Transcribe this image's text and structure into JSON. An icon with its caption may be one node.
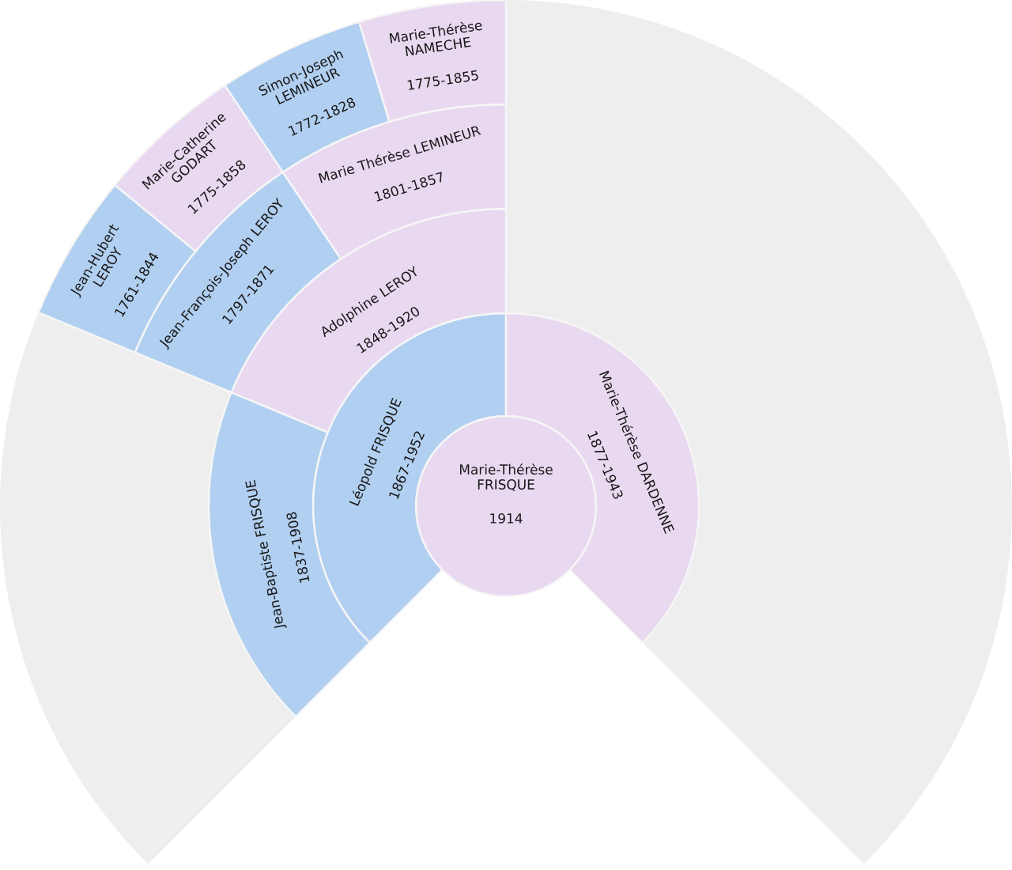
{
  "diagram": {
    "nodes": [
      {
        "text": [
          "Marie-Thérèse FRISQUE",
          "1914"
        ]
      },
      {
        "text": [
          "Léopold FRISQUE",
          "1867-1952"
        ]
      },
      {
        "text": [
          "Marie-Thérèse DARDENNE",
          "1877-1943"
        ]
      },
      {
        "text": [
          "Jean-Baptiste FRISQUE",
          "1837-1908"
        ]
      },
      {
        "text": [
          "Adolphine LEROY",
          "1848-1920"
        ]
      },
      {
        "text": [
          "Jean-François-Joseph LEROY",
          "1797-1871"
        ]
      },
      {
        "text": [
          "Marie Thérèse LEMINEUR",
          "1801-1857"
        ]
      },
      {
        "text": [
          "Jean-Hubert LEROY",
          "1761-1844"
        ]
      },
      {
        "text": [
          "Marie-Catherine GODART",
          "1775-1858"
        ]
      },
      {
        "text": [
          "Simon-Joseph LEMINEUR",
          "1772-1828"
        ]
      },
      {
        "text": [
          "Marie-Thérèse NAMECHE",
          "1775-1855"
        ]
      }
    ]
  }
}
